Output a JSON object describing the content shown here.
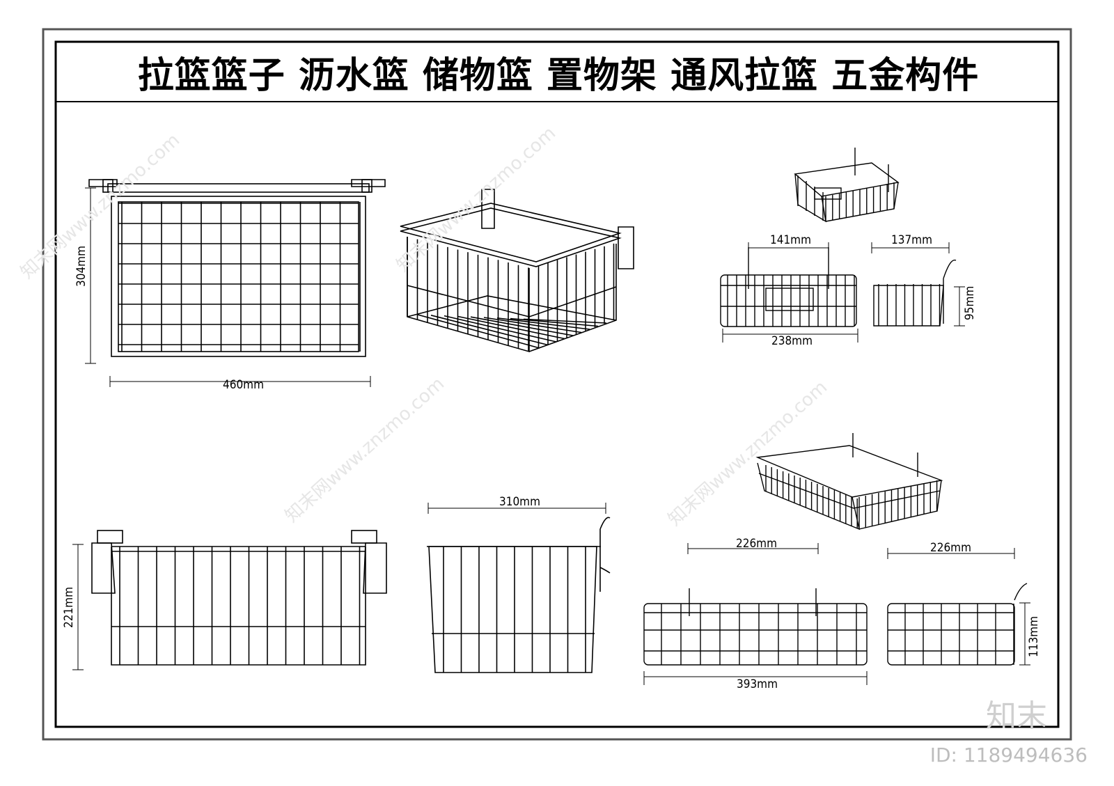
{
  "title": "拉篮篮子  沥水篮  储物篮  置物架  通风拉篮  五金构件",
  "watermark": "知末网www.znzmo.com",
  "brand": "知末",
  "doc_id": "ID: 1189494636",
  "dimensions": {
    "d_460": "460mm",
    "d_304": "304mm",
    "d_141": "141mm",
    "d_137": "137mm",
    "d_238": "238mm",
    "d_95": "95mm",
    "d_310": "310mm",
    "d_221": "221mm",
    "d_226a": "226mm",
    "d_226b": "226mm",
    "d_393": "393mm",
    "d_113": "113mm"
  }
}
